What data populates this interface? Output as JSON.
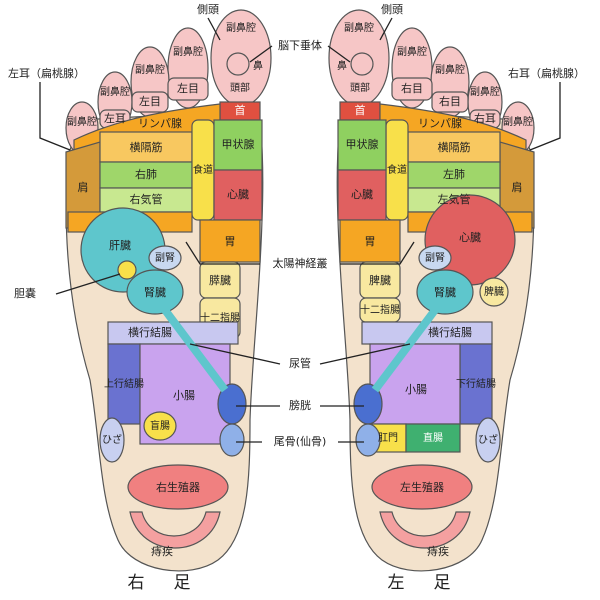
{
  "captions": {
    "right_foot": "右　足",
    "left_foot": "左　足"
  },
  "shared_labels": {
    "sokuto": "側頭",
    "noukasuitai": "脳下垂体",
    "taiyou": "太陽神経叢",
    "nyoukan": "尿管",
    "boukou": "膀胱",
    "bikotsu": "尾骨(仙骨)"
  },
  "right": {
    "ear": "左耳（扁桃腺）",
    "tannou": "胆嚢",
    "toes": [
      "副鼻腔",
      "副鼻腔",
      "副鼻腔",
      "副鼻腔",
      "副鼻腔"
    ],
    "big_toe": {
      "top": "副鼻腔",
      "side": "鼻",
      "bottom": "頭部"
    },
    "left_ear": "左耳",
    "left_eye_a": "左目",
    "left_eye_b": "左目",
    "kubi": "首",
    "lymph": "リンパ腺",
    "kata": "肩",
    "oukakumaku": "横隔筋",
    "hai": "右肺",
    "kikan": "右気管",
    "kouka": "甲状腺",
    "shokudou": "食道",
    "shinzou": "心臓",
    "kanzou": "肝臓",
    "fukujin": "副腎",
    "jinzou": "腎臓",
    "i": "胃",
    "suizou": "膵臓",
    "juunishi": "十二指腸",
    "oukouketsu": "横行結腸",
    "joukou": "上行結腸",
    "shouchou": "小腸",
    "mouchou": "盲腸",
    "hiza": "ひざ",
    "seishoku": "右生殖器",
    "jishitsu": "痔疾"
  },
  "left": {
    "ear": "右耳（扁桃腺）",
    "toes": [
      "副鼻腔",
      "副鼻腔",
      "副鼻腔",
      "副鼻腔",
      "副鼻腔"
    ],
    "big_toe": {
      "top": "副鼻腔",
      "side": "鼻",
      "bottom": "頭部"
    },
    "right_eye_a": "右目",
    "right_eye_b": "右目",
    "right_ear": "右耳",
    "kubi": "首",
    "lymph": "リンパ腺",
    "kata": "肩",
    "oukakumaku": "横隔筋",
    "hai": "左肺",
    "kikan": "左気管",
    "kouka": "甲状腺",
    "shokudou": "食道",
    "shinzou": "心臓",
    "fukujin": "副腎",
    "jinzou": "腎臓",
    "i": "胃",
    "suizou": "脾臓",
    "juunishi": "十二指腸",
    "hizou": "脾臓",
    "oukouketsu": "横行結腸",
    "kakou": "下行結腸",
    "shouchou": "小腸",
    "koumon": "肛門",
    "chokuchou": "直腸",
    "hiza": "ひざ",
    "seishoku": "左生殖器",
    "jishitsu": "痔疾"
  },
  "colors": {
    "skin": "#f3e2cc",
    "toe": "#f6c6c6",
    "orange": "#f5a623",
    "yellow": "#f8e04a",
    "green": "#9fd66a",
    "red": "#e06060",
    "cyan": "#5ec6cc",
    "blue": "#4a6fd0",
    "purple": "#c9a3ee",
    "lavender": "#c8c8f0",
    "tan": "#d49a3a",
    "pink": "#f4a0a0"
  }
}
